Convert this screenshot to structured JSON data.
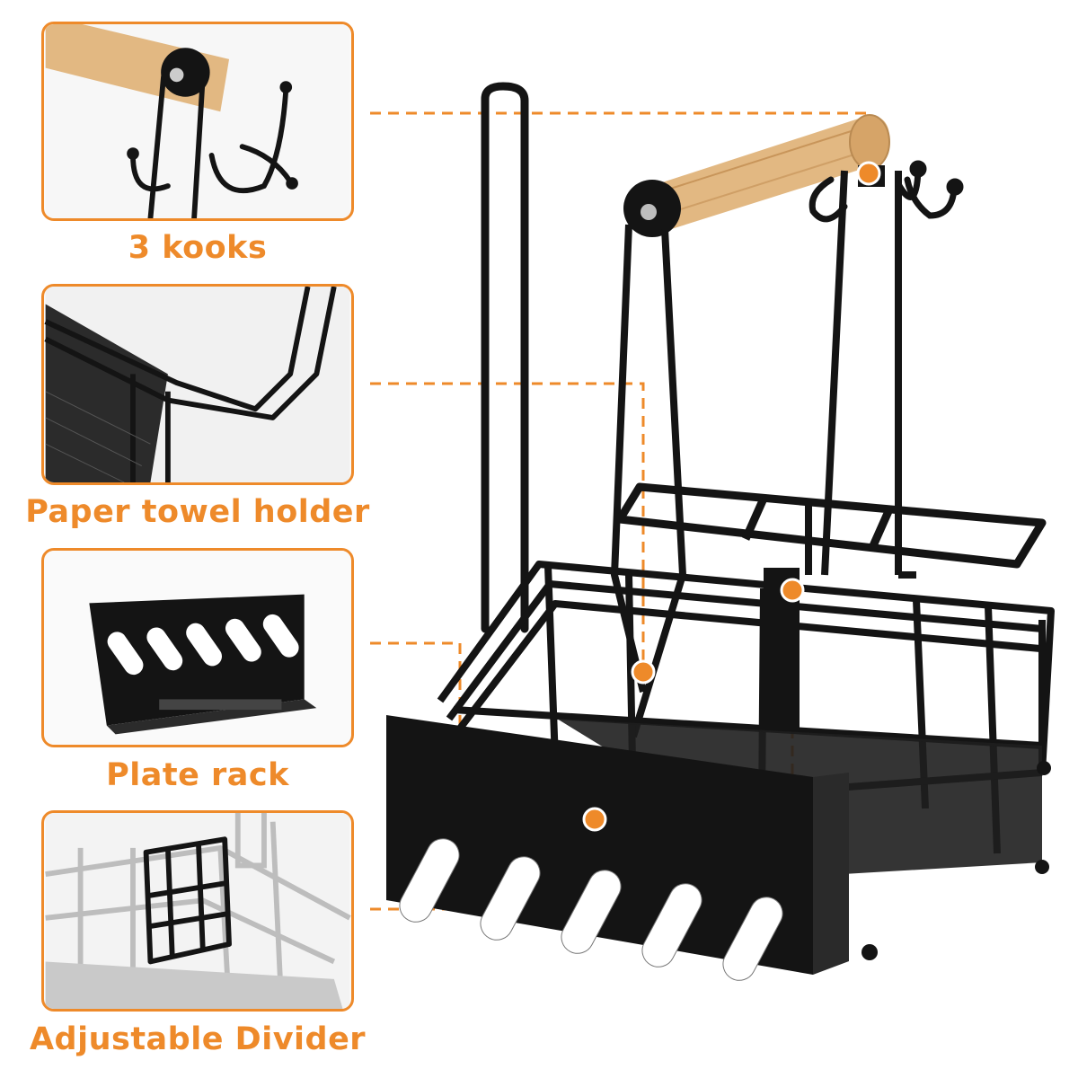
{
  "features": [
    {
      "id": "hooks",
      "label": "3 kooks",
      "icon": "hook-icon"
    },
    {
      "id": "paper-towel",
      "label": "Paper towel holder",
      "icon": "paper-towel-holder-icon"
    },
    {
      "id": "plate-rack",
      "label": "Plate rack",
      "icon": "plate-rack-icon"
    },
    {
      "id": "divider",
      "label": "Adjustable Divider",
      "icon": "divider-icon"
    }
  ],
  "colors": {
    "accent": "#ee8a2a",
    "metal": "#141414",
    "wood": "#e2b882"
  }
}
